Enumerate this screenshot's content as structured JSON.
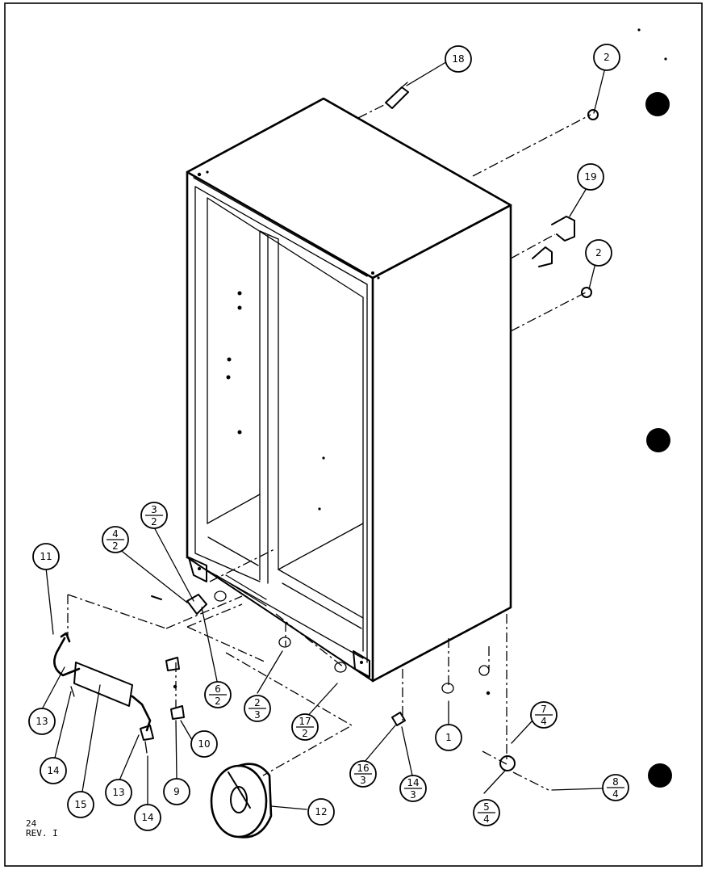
{
  "callouts": [
    {
      "id": "18",
      "num": "18"
    },
    {
      "id": "2a",
      "num": "2"
    },
    {
      "id": "19",
      "num": "19"
    },
    {
      "id": "2b",
      "num": "2"
    },
    {
      "id": "3-2",
      "num": "3",
      "den": "2"
    },
    {
      "id": "4-2",
      "num": "4",
      "den": "2"
    },
    {
      "id": "11",
      "num": "11"
    },
    {
      "id": "6-2",
      "num": "6",
      "den": "2"
    },
    {
      "id": "2-3",
      "num": "2",
      "den": "3"
    },
    {
      "id": "17-2",
      "num": "17",
      "den": "2"
    },
    {
      "id": "1",
      "num": "1"
    },
    {
      "id": "7-4",
      "num": "7",
      "den": "4"
    },
    {
      "id": "13a",
      "num": "13"
    },
    {
      "id": "14a",
      "num": "14"
    },
    {
      "id": "15",
      "num": "15"
    },
    {
      "id": "13b",
      "num": "13"
    },
    {
      "id": "14b",
      "num": "14"
    },
    {
      "id": "9",
      "num": "9"
    },
    {
      "id": "10",
      "num": "10"
    },
    {
      "id": "12",
      "num": "12"
    },
    {
      "id": "16-3",
      "num": "16",
      "den": "3"
    },
    {
      "id": "14-3",
      "num": "14",
      "den": "3"
    },
    {
      "id": "5-4",
      "num": "5",
      "den": "4"
    },
    {
      "id": "8-4",
      "num": "8",
      "den": "4"
    }
  ],
  "footer": {
    "line1": "24",
    "line2": "REV. I"
  }
}
